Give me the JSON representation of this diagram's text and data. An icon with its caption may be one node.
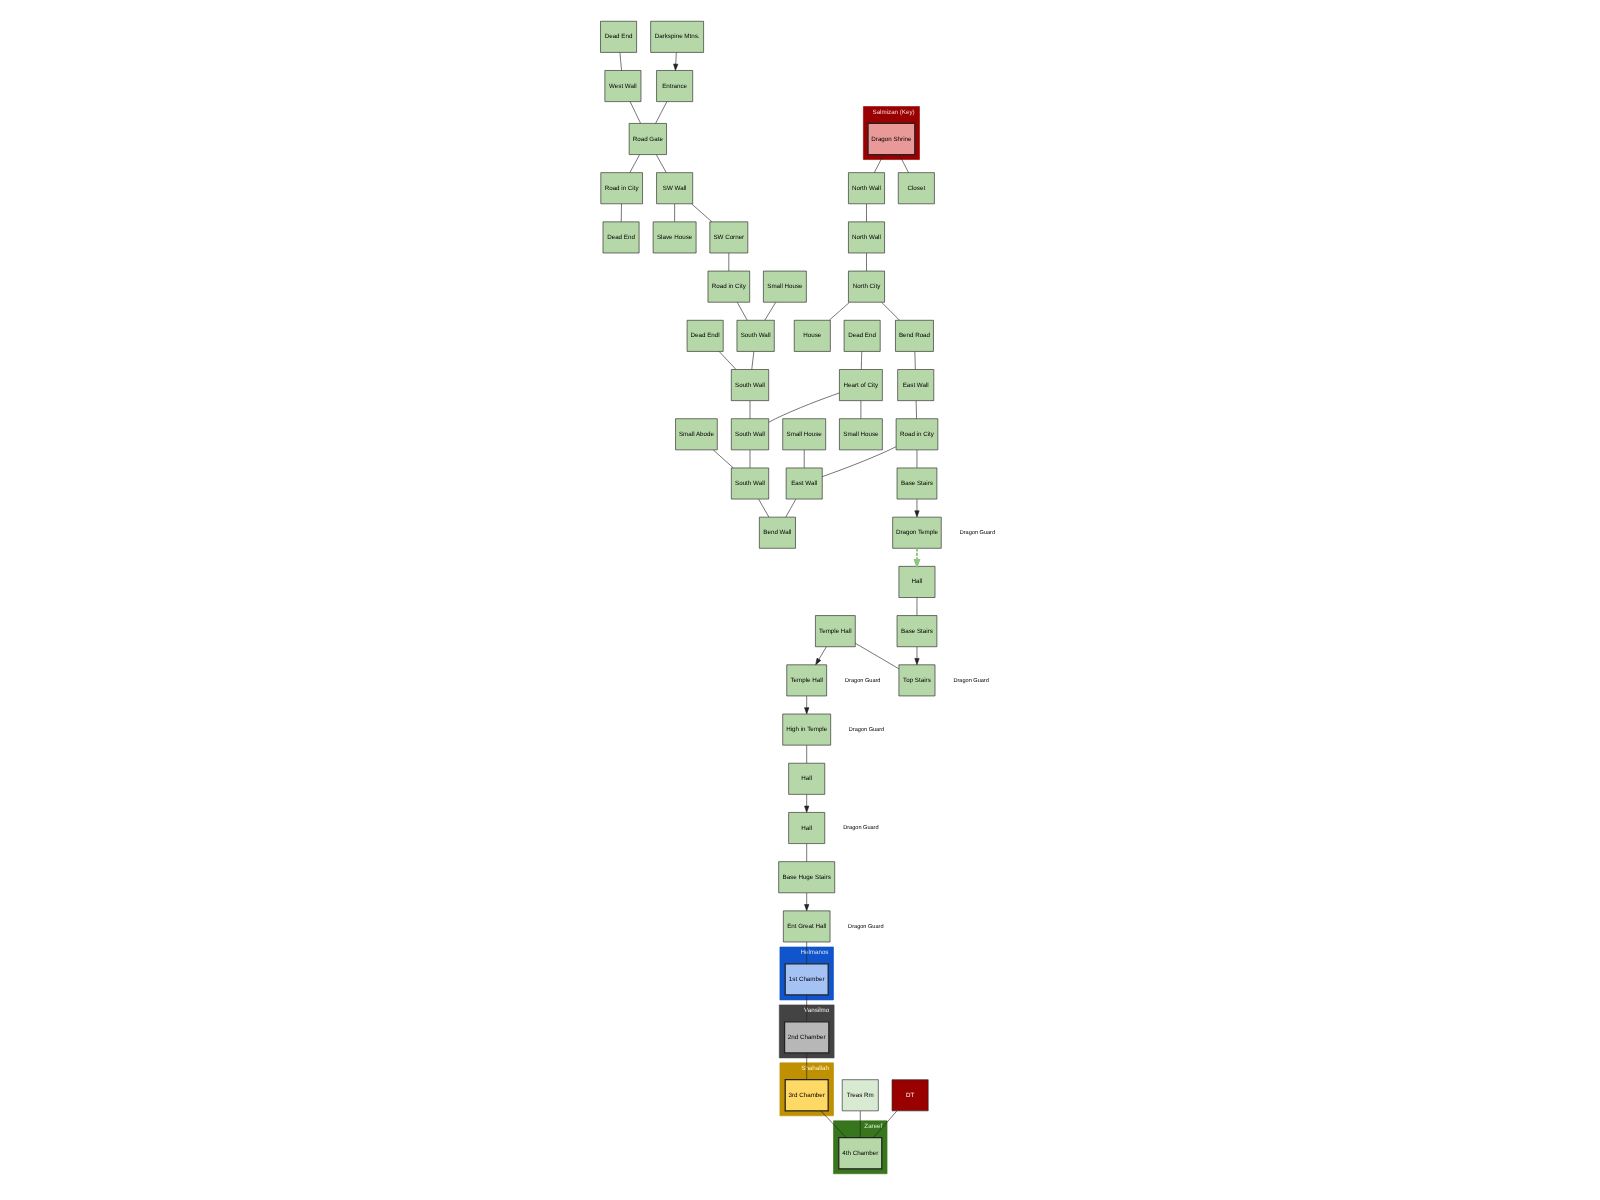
{
  "diagram": {
    "nodes": [
      {
        "text": [
          "Dead End"
        ]
      },
      {
        "text": [
          "Salmizan (Key)"
        ]
      },
      {
        "text": [
          "Dragon Shrine"
        ],
        "in": 1
      },
      {
        "text": [
          "North Wall"
        ]
      },
      {
        "text": [
          "North Wall"
        ]
      },
      {
        "text": [
          "North City"
        ]
      },
      {
        "text": [
          "Bend Road"
        ]
      },
      {
        "text": [
          "West Wall"
        ]
      },
      {
        "text": [
          "Closet"
        ]
      },
      {
        "text": [
          "House"
        ]
      },
      {
        "text": [
          "East Wall"
        ]
      },
      {
        "text": [
          "Entrance"
        ]
      },
      {
        "text": [
          "Road Gate"
        ]
      },
      {
        "text": [
          "Road in City"
        ]
      },
      {
        "text": [
          "Dead End"
        ]
      },
      {
        "text": [
          "Dead End"
        ]
      },
      {
        "text": [
          "Road in City"
        ]
      },
      {
        "text": [
          "Base Stairs"
        ]
      },
      {
        "text": [
          "Dragon Temple"
        ],
        "beside": [
          "Dragon Guard"
        ]
      },
      {
        "text": [
          "Treas Rm"
        ]
      },
      {
        "text": [
          "DT"
        ]
      },
      {
        "text": [
          "Darkspine Mtns."
        ]
      },
      {
        "text": [
          "SW Wall"
        ]
      },
      {
        "text": [
          "Slave House"
        ]
      },
      {
        "text": [
          "Small House"
        ]
      },
      {
        "text": [
          "Dead Endl"
        ]
      },
      {
        "text": [
          "Heart of City"
        ]
      },
      {
        "text": [
          "Small House"
        ]
      },
      {
        "text": [
          "Small Abode"
        ]
      },
      {
        "text": [
          "Small House"
        ]
      },
      {
        "text": [
          "East Wall"
        ]
      },
      {
        "text": [
          "Zareef"
        ]
      },
      {
        "text": [
          "4th Chamber"
        ],
        "in": 31
      },
      {
        "text": [
          "SW Corner"
        ]
      },
      {
        "text": [
          "Road in City"
        ]
      },
      {
        "text": [
          "South Wall"
        ]
      },
      {
        "text": [
          "South Wall"
        ]
      },
      {
        "text": [
          "South Wall"
        ]
      },
      {
        "text": [
          "South Wall"
        ]
      },
      {
        "text": [
          "Bend Wall"
        ]
      },
      {
        "text": [
          "Shahallah"
        ]
      },
      {
        "text": [
          "3rd Chamber"
        ],
        "in": 40
      },
      {
        "text": [
          "High in Temple"
        ],
        "beside": [
          "Dragon Guard"
        ]
      },
      {
        "text": [
          "Temple Hall"
        ],
        "beside": [
          "Dragon Guard"
        ]
      },
      {
        "text": [
          "Temple Hall"
        ]
      },
      {
        "text": [
          "Vansilmo"
        ]
      },
      {
        "text": [
          "2nd Chamber"
        ],
        "in": 45
      },
      {
        "text": [
          "Hall"
        ]
      },
      {
        "text": [
          "Base Stairs"
        ]
      },
      {
        "text": [
          "Top Stairs"
        ],
        "beside": [
          "Dragon Guard"
        ]
      },
      {
        "text": [
          "Helmanos"
        ]
      },
      {
        "text": [
          "1st Chamber"
        ],
        "in": 50
      },
      {
        "text": [
          "Hall"
        ]
      },
      {
        "text": [
          "Hall"
        ],
        "beside": [
          "Dragon Guard"
        ]
      },
      {
        "text": [
          "Base Huge Stairs"
        ]
      },
      {
        "text": [
          "Ent Great Hall"
        ],
        "beside": [
          "Dragon Guard"
        ]
      }
    ],
    "edges": [
      {
        "from": 0,
        "to": 7,
        "arrow": "none"
      },
      {
        "from": 7,
        "to": 12,
        "arrow": "none"
      },
      {
        "from": 11,
        "to": 12,
        "arrow": "none"
      },
      {
        "from": 12,
        "to": 13,
        "arrow": "none"
      },
      {
        "from": 13,
        "to": 14,
        "arrow": "none"
      },
      {
        "from": 21,
        "to": 11,
        "arrow": "to"
      },
      {
        "from": 12,
        "to": 22,
        "arrow": "none"
      },
      {
        "from": 22,
        "to": 23,
        "arrow": "none"
      },
      {
        "from": 22,
        "to": 33,
        "arrow": "none"
      },
      {
        "from": 33,
        "to": 34,
        "arrow": "none"
      },
      {
        "from": 34,
        "to": 35,
        "arrow": "none"
      },
      {
        "from": 24,
        "to": 35,
        "arrow": "none"
      },
      {
        "from": 35,
        "to": 36,
        "arrow": "none"
      },
      {
        "from": 25,
        "to": 36,
        "arrow": "none"
      },
      {
        "from": 36,
        "to": 37,
        "arrow": "none"
      },
      {
        "from": 26,
        "to": 37,
        "arrow": "none"
      },
      {
        "from": 15,
        "to": 26,
        "arrow": "none"
      },
      {
        "from": 26,
        "to": 27,
        "arrow": "none"
      },
      {
        "from": 37,
        "to": 38,
        "arrow": "none"
      },
      {
        "from": 28,
        "to": 38,
        "arrow": "none"
      },
      {
        "from": 38,
        "to": 39,
        "arrow": "none"
      },
      {
        "from": 30,
        "to": 39,
        "arrow": "none"
      },
      {
        "from": 29,
        "to": 30,
        "arrow": "none"
      },
      {
        "from": 16,
        "to": 30,
        "arrow": "none"
      },
      {
        "from": 10,
        "to": 16,
        "arrow": "none"
      },
      {
        "from": 6,
        "to": 10,
        "arrow": "none"
      },
      {
        "from": 5,
        "to": 6,
        "arrow": "none"
      },
      {
        "from": 5,
        "to": 9,
        "arrow": "none"
      },
      {
        "from": 4,
        "to": 5,
        "arrow": "none"
      },
      {
        "from": 3,
        "to": 4,
        "arrow": "none"
      },
      {
        "from": 2,
        "to": 3,
        "arrow": "none"
      },
      {
        "from": 2,
        "to": 8,
        "arrow": "none"
      },
      {
        "from": 16,
        "to": 17,
        "arrow": "none"
      },
      {
        "from": 17,
        "to": 18,
        "arrow": "to"
      },
      {
        "from": 18,
        "to": 47,
        "arrow": "to",
        "style": "dashed",
        "color": "#93c47d"
      },
      {
        "from": 44,
        "to": 43,
        "arrow": "to"
      },
      {
        "from": 43,
        "to": 42,
        "arrow": "to"
      },
      {
        "from": 44,
        "to": 49,
        "arrow": "none"
      },
      {
        "from": 47,
        "to": 48,
        "arrow": "none"
      },
      {
        "from": 48,
        "to": 49,
        "arrow": "to"
      },
      {
        "from": 42,
        "to": 52,
        "arrow": "none"
      },
      {
        "from": 52,
        "to": 53,
        "arrow": "to"
      },
      {
        "from": 53,
        "to": 54,
        "arrow": "none"
      },
      {
        "from": 54,
        "to": 55,
        "arrow": "to"
      },
      {
        "from": 55,
        "to": 51,
        "arrow": "none"
      },
      {
        "from": 51,
        "to": 46,
        "arrow": "none"
      },
      {
        "from": 46,
        "to": 41,
        "arrow": "none"
      },
      {
        "from": 41,
        "to": 32,
        "arrow": "none"
      },
      {
        "from": 19,
        "to": 32,
        "arrow": "none"
      },
      {
        "from": 20,
        "to": 32,
        "arrow": "none"
      }
    ]
  }
}
